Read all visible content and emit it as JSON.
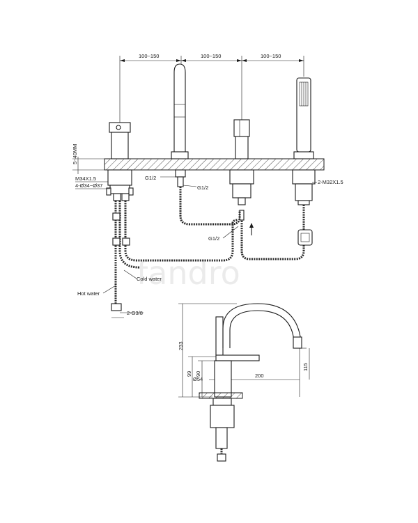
{
  "top_view": {
    "spacing_1": "100~150",
    "spacing_2": "100~150",
    "spacing_3": "100~150",
    "deck_thickness": "5~40MM",
    "thread_left": "M34X1.5",
    "hole_left": "4-Ø34~Ø37",
    "spout_conn": "G1/2",
    "spout_conn_2": "G1/2",
    "diverter_conn": "G1/2",
    "thread_right": "2-M32X1.5",
    "cold_water": "Cold water",
    "hot_water": "Hot water",
    "inlet": "2-G3/8"
  },
  "side_view": {
    "height_total": "233",
    "height_mid": "99",
    "height_low": "90",
    "diameter": "Ø54",
    "reach": "200",
    "spout_height": "115"
  },
  "watermark": "fandro"
}
